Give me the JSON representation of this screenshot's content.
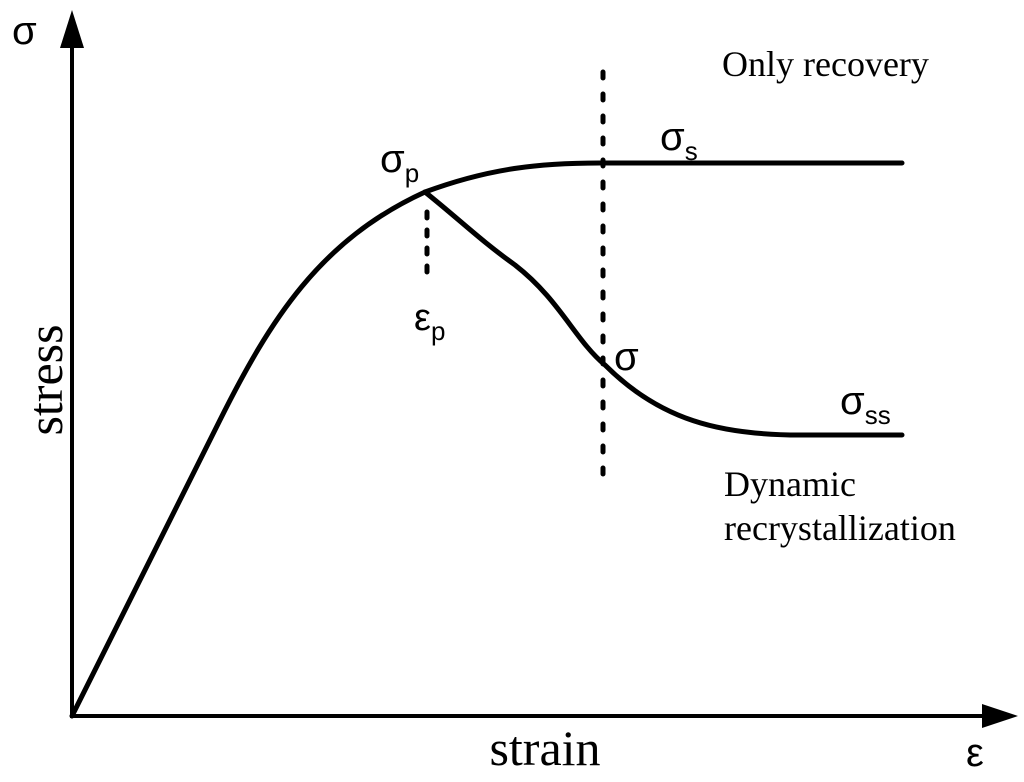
{
  "axes": {
    "y_symbol": "σ",
    "y_label": "stress",
    "x_label": "strain",
    "x_symbol": "ε"
  },
  "labels": {
    "peak_sigma": "σ",
    "peak_sub": "p",
    "peak_eps": "ε",
    "peak_eps_sub": "p",
    "steady_sigma": "σ",
    "steady_sub": "s",
    "mid_sigma": "σ",
    "ss_sigma": "σ",
    "ss_sub": "ss"
  },
  "regions": {
    "recovery": "Only recovery",
    "drx_line1": "Dynamic",
    "drx_line2": "recrystallization"
  },
  "style": {
    "stroke": "#000000",
    "background": "#ffffff"
  }
}
